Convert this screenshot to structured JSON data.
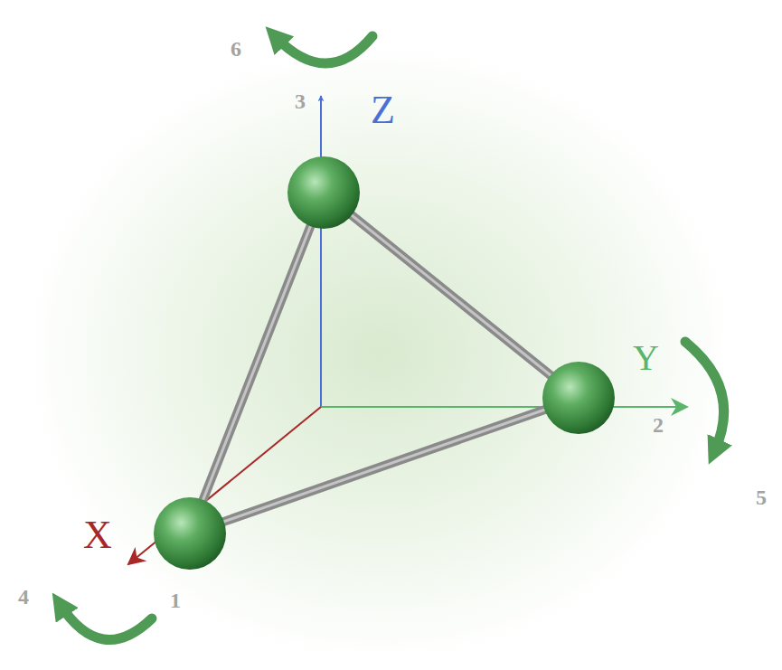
{
  "diagram": {
    "labels": [
      "6",
      "3",
      "Z",
      "Y",
      "2",
      "5",
      "X",
      "4",
      "1"
    ]
  }
}
